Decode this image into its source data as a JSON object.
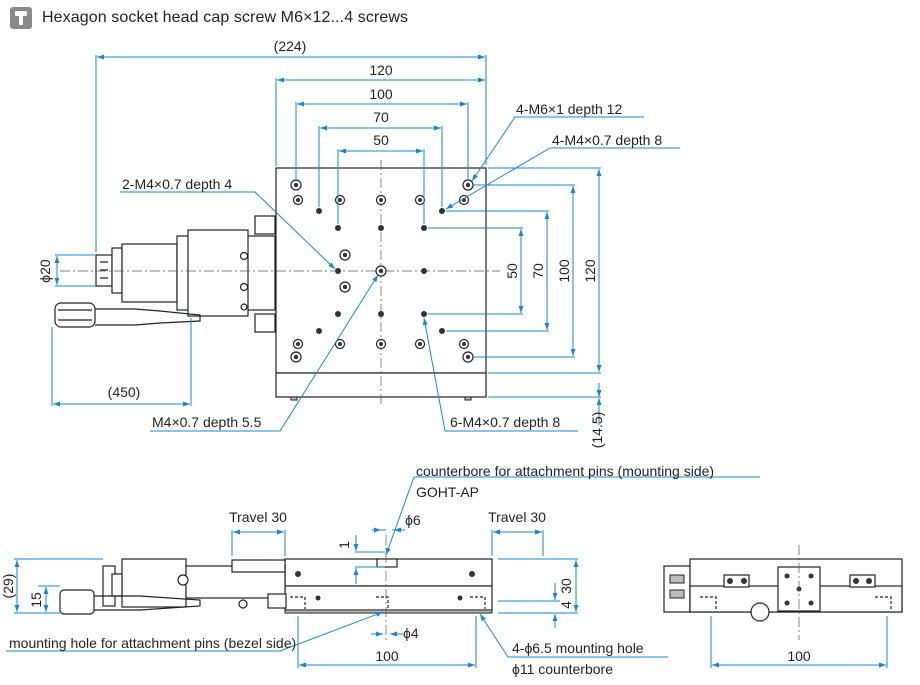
{
  "legend": {
    "icon": "cap-screw-icon",
    "text": "Hexagon socket head cap screw M6×12...4 screws"
  },
  "top_view": {
    "dims": {
      "w224": "(224)",
      "w120": "120",
      "w100": "100",
      "w70": "70",
      "w50": "50",
      "h50": "50",
      "h70": "70",
      "h100": "100",
      "h120": "120",
      "d20": "ϕ20",
      "l450": "(450)",
      "h14_5": "(14.5)"
    },
    "callouts": {
      "m6": "4-M6×1 depth 12",
      "m4_4": "4-M4×0.7 depth 8",
      "m4_2": "2-M4×0.7 depth 4",
      "m4_center": "M4×0.7 depth 5.5",
      "m4_6": "6-M4×0.7 depth 8"
    }
  },
  "side_view": {
    "callouts": {
      "pins_mounting": "counterbore for attachment pins (mounting side)",
      "goht": "GOHT-AP",
      "d6": "ϕ6",
      "d4": "ϕ4",
      "pins_bezel": "mounting hole for attachment pins (bezel side)",
      "holes": "4-ϕ6.5 mounting hole",
      "cbore": "ϕ11 counterbore"
    },
    "dims": {
      "travel_left": "Travel 30",
      "travel_right": "Travel 30",
      "one": "1",
      "h29": "(29)",
      "h15": "15",
      "h30": "30",
      "four": "4",
      "w100": "100"
    }
  },
  "end_view": {
    "dims": {
      "w100": "100"
    }
  },
  "colors": {
    "dimension": "#1a88c9",
    "outline": "#222222",
    "shade": "#bdbdbd"
  }
}
